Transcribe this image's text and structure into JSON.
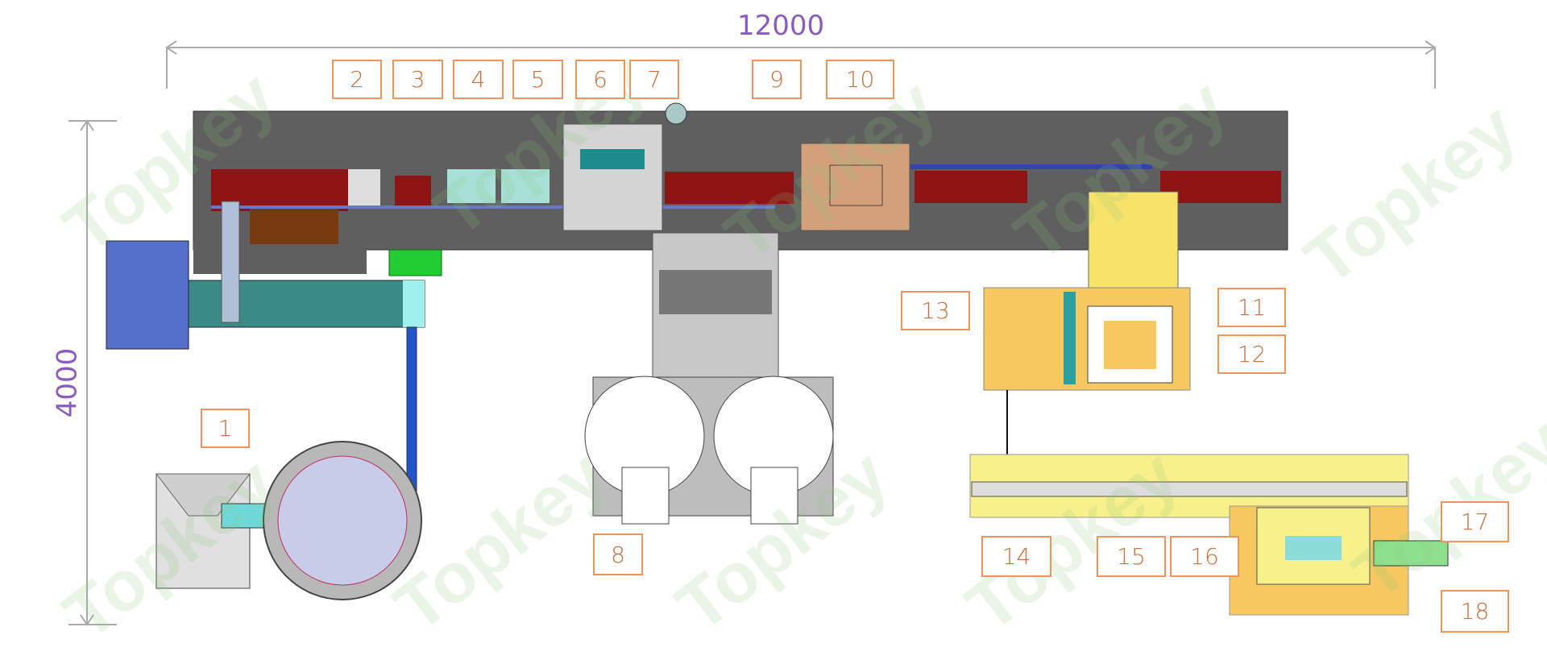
{
  "dimensions": {
    "width_label": "12000",
    "height_label": "4000"
  },
  "stations": [
    "1",
    "2",
    "3",
    "4",
    "5",
    "6",
    "7",
    "8",
    "9",
    "10",
    "11",
    "12",
    "13",
    "14",
    "15",
    "16",
    "17",
    "18"
  ],
  "watermark": "Topkey",
  "colors": {
    "panel": "#5f5f5f",
    "label_border": "#f0945a",
    "label_text": "#c8703c",
    "dimension_text": "#8a5cc0",
    "station_yellow": "#f7e26a",
    "fixture_red": "#8c1414",
    "feeder_blue": "#5470c8",
    "watermark_green": "#8cc882"
  }
}
